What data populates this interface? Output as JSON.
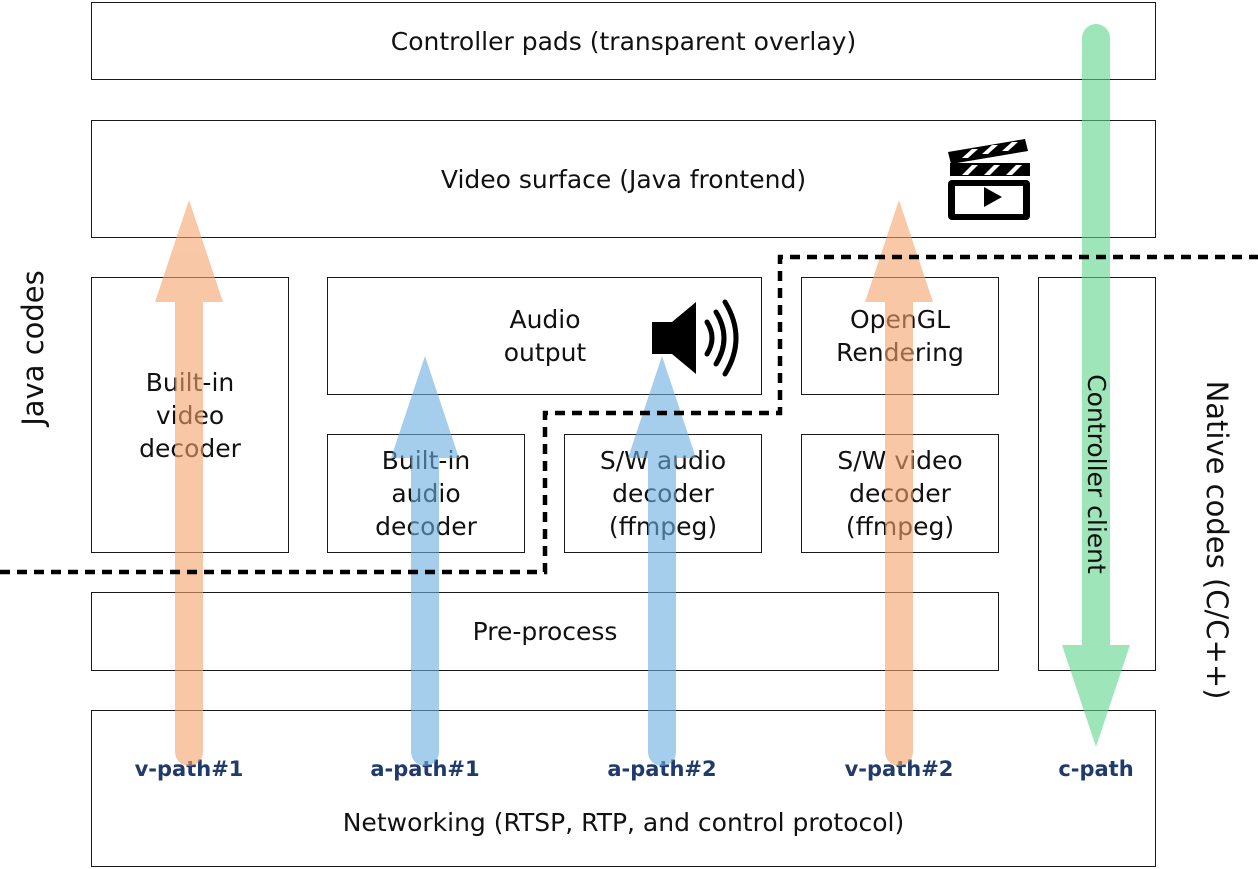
{
  "boxes": {
    "controller_pads": "Controller pads (transparent overlay)",
    "video_surface": "Video surface (Java frontend)",
    "builtin_video_decoder": "Built-in\nvideo\ndecoder",
    "audio_output": "Audio\noutput",
    "opengl_rendering": "OpenGL\nRendering",
    "controller_client": "Controller client",
    "builtin_audio_decoder": "Built-in\naudio\ndecoder",
    "sw_audio_decoder": "S/W audio\ndecoder\n(ffmpeg)",
    "sw_video_decoder": "S/W video\ndecoder\n(ffmpeg)",
    "pre_process": "Pre-process",
    "networking": "Networking (RTSP, RTP, and control protocol)"
  },
  "paths": {
    "v1": "v-path#1",
    "a1": "a-path#1",
    "a2": "a-path#2",
    "v2": "v-path#2",
    "c": "c-path"
  },
  "regions": {
    "java": "Java codes",
    "native": "Native codes (C/C++)"
  },
  "icons": [
    "clapperboard-icon",
    "speaker-icon"
  ],
  "colors": {
    "video_path": "#f4a46c",
    "audio_path": "#6aaee0",
    "control_path": "#5fd58c",
    "path_label": "#1f3a6b",
    "border": "#1a1a1a"
  }
}
